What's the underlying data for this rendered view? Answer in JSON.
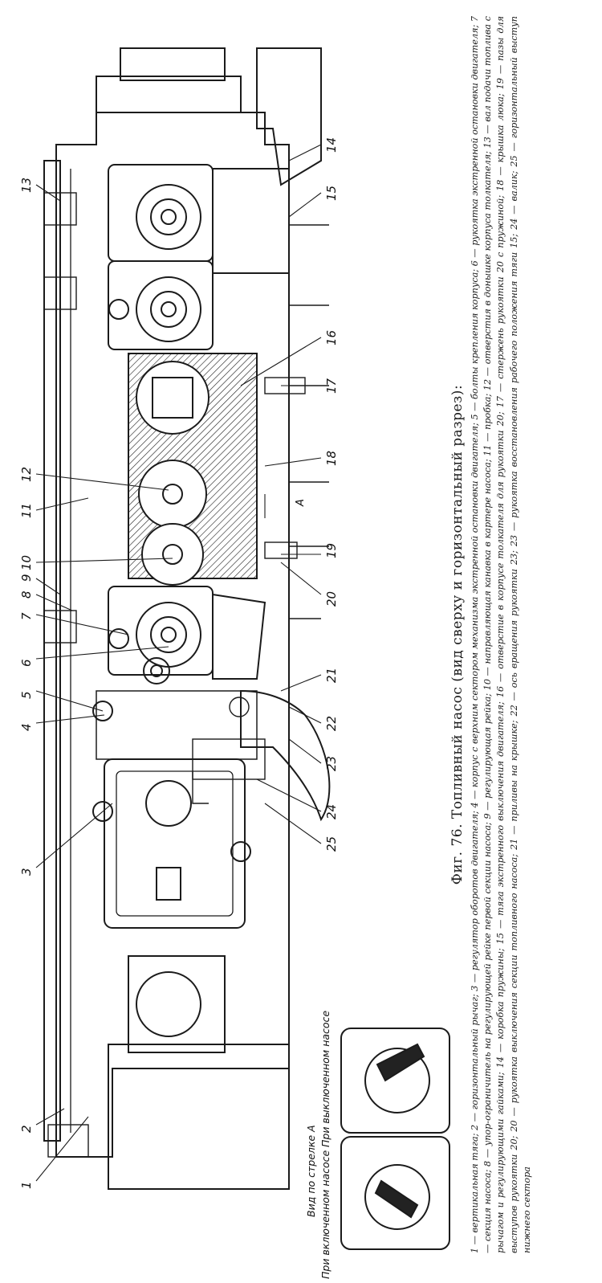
{
  "figure": {
    "title": "Фиг. 76. Топливный насос (вид сверху и горизонтальный разрез):",
    "legend": "1 — вертикальная тяга; 2 — горизонтальный рычаг; 3 — регулятор оборотов двигателя; 4 — корпус с верхним сектором механизма экстренной остановки двигателя; 5 — болты крепления корпуса; 6 — рукоятка экстренной остановки двигателя; 7 — секция насоса; 8 — упор-ограничитель на регулирующей рейке первой секции насоса; 9 — регулирующая рейка; 10 — направляющая канавка в картере насоса; 11 — пробка; 12 — отверстия в донышке корпуса толкателя; 13 — вал подачи топлива с рычагом и регулирующими гайками; 14 — коробка пружины; 15 — тяга экстренного выключения двигателя; 16 — отверстие в корпусе толкателя для рукоятки 20; 17 — стержень рукоятки 20 с пружиной; 18 — крышка люка; 19 — пазы для выступов рукоятки 20; 20 — рукоятка выключения секции топливного насоса; 21 — приливы на крышке; 22 — ось вращения рукоятки 23; 23 — рукоятка восстановления рабочего положения тяги 15; 24 — валик; 25 — горизонтальный выступ нижнего сектора"
  },
  "inset": {
    "view_label": "Вид по стрелке А",
    "label_on": "При включенном насосе",
    "label_off": "При выключенном насосе"
  },
  "arrow_label": "А",
  "callouts": [
    "1",
    "2",
    "3",
    "4",
    "5",
    "6",
    "7",
    "8",
    "9",
    "10",
    "11",
    "12",
    "13",
    "14",
    "15",
    "16",
    "17",
    "18",
    "19",
    "20",
    "21",
    "22",
    "23",
    "24",
    "25"
  ]
}
